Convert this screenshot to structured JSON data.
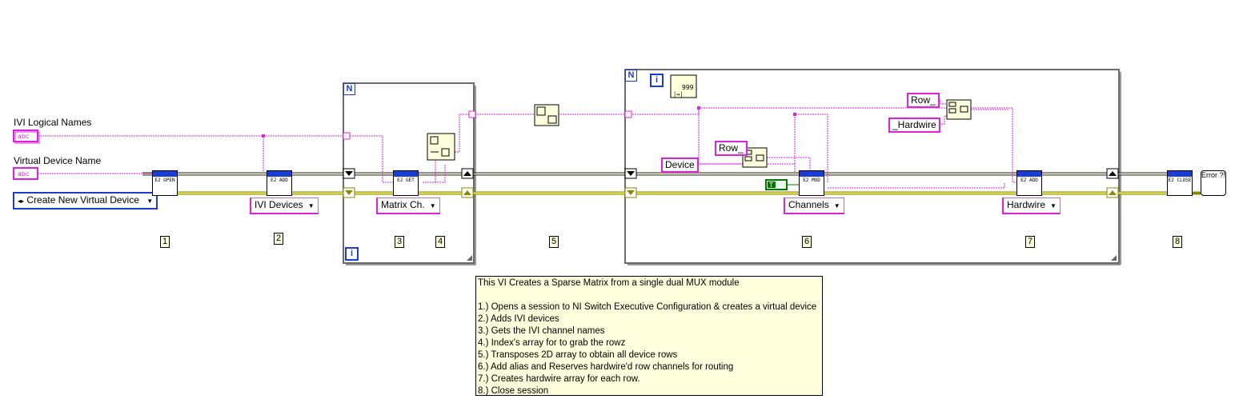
{
  "controls": {
    "ivi_logical_names_label": "IVI Logical Names",
    "ivi_logical_names_terminal": "abc",
    "virtual_device_name_label": "Virtual Device Name",
    "virtual_device_name_terminal": "abc",
    "create_mode_value": "Create New Virtual Device"
  },
  "nodes": {
    "open": "E2 OPEN",
    "add_ivi": "E2 ADD",
    "get": "E2 GET",
    "mod": "E2 MOD",
    "add_hw": "E2 ADD",
    "close": "E2 CLOSE",
    "error_out": "Error ?!"
  },
  "rings": {
    "ivi_devices": "IVI Devices",
    "matrix_ch": "Matrix Ch.",
    "channels": "Channels",
    "hardwire": "Hardwire"
  },
  "constants": {
    "row_1": "Row_",
    "row_2": "Row_",
    "device": "Device",
    "hardwire": "_Hardwire",
    "true_const": "T"
  },
  "loops": {
    "loop1_count": "N",
    "loop1_iter": "i",
    "loop2_count": "N",
    "loop2_iter": "i"
  },
  "steps": [
    "1",
    "2",
    "3",
    "4",
    "5",
    "6",
    "7",
    "8"
  ],
  "comment": {
    "title": "This VI Creates a Sparse Matrix from a single dual MUX module",
    "lines": [
      "1.) Opens a session to NI Switch Executive Configuration & creates a virtual device",
      "2.) Adds IVI devices",
      "3.) Gets the IVI channel names",
      "4.) Index's array for to grab the rowz",
      "5.) Transposes 2D array to obtain all device rows",
      "6.) Add alias and Reserves hardwire'd row channels for routing",
      "7.) Creates hardwire array for each row.",
      "8.) Close session"
    ]
  },
  "colors": {
    "string_wire": "#e020e0",
    "reference_wire": "#2a2a2a",
    "error_wire": "#c8c800",
    "loop_border": "#6a6a6a",
    "comment_bg": "#ffffdd",
    "enum_border": "#1a3cd0"
  }
}
